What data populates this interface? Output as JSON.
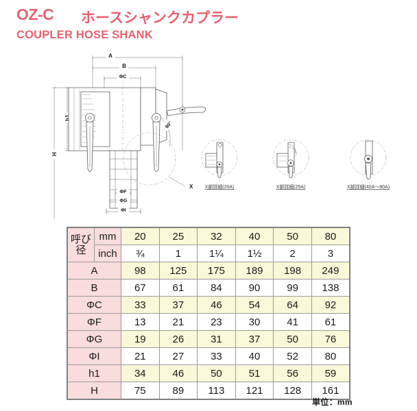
{
  "header": {
    "product_code": "OZ-C",
    "title_jp": "ホースシャンクカプラー",
    "title_en": "COUPLER HOSE SHANK"
  },
  "drawing": {
    "dimension_labels": {
      "A": "A",
      "B": "B",
      "C": "ΦC",
      "F": "ΦF",
      "G": "ΦG",
      "I": "ΦI",
      "h1": "h1",
      "H": "H"
    },
    "angle_label": "90°",
    "detail_pointer": "X",
    "detail_views": [
      {
        "caption": "X部詳細(20A)"
      },
      {
        "caption": "X部詳細(25A)"
      },
      {
        "caption": "X部詳細(40A～80A)"
      }
    ]
  },
  "table": {
    "nominal_label": "呼び径",
    "unit_rows": [
      {
        "unit": "mm",
        "values": [
          "20",
          "25",
          "32",
          "40",
          "50",
          "80"
        ]
      },
      {
        "unit": "inch",
        "values": [
          "¾",
          "1",
          "1¼",
          "1½",
          "2",
          "3"
        ]
      }
    ],
    "dimension_rows": [
      {
        "label": "A",
        "values": [
          "98",
          "125",
          "175",
          "189",
          "198",
          "249"
        ]
      },
      {
        "label": "B",
        "values": [
          "67",
          "61",
          "84",
          "90",
          "99",
          "138"
        ]
      },
      {
        "label": "ΦC",
        "values": [
          "33",
          "37",
          "46",
          "54",
          "64",
          "92"
        ]
      },
      {
        "label": "ΦF",
        "values": [
          "13",
          "21",
          "23",
          "30",
          "41",
          "61"
        ]
      },
      {
        "label": "ΦG",
        "values": [
          "19",
          "26",
          "31",
          "37",
          "50",
          "76"
        ]
      },
      {
        "label": "ΦI",
        "values": [
          "21",
          "27",
          "33",
          "40",
          "52",
          "80"
        ]
      },
      {
        "label": "h1",
        "values": [
          "34",
          "46",
          "50",
          "51",
          "56",
          "59"
        ]
      },
      {
        "label": "H",
        "values": [
          "75",
          "89",
          "113",
          "121",
          "128",
          "161"
        ]
      }
    ],
    "unit_note": "単位：mm"
  },
  "colors": {
    "title": "#e8616e",
    "header_cell": "#f9dcdc",
    "value_alt": "#f9f8d8",
    "border": "#808080"
  }
}
